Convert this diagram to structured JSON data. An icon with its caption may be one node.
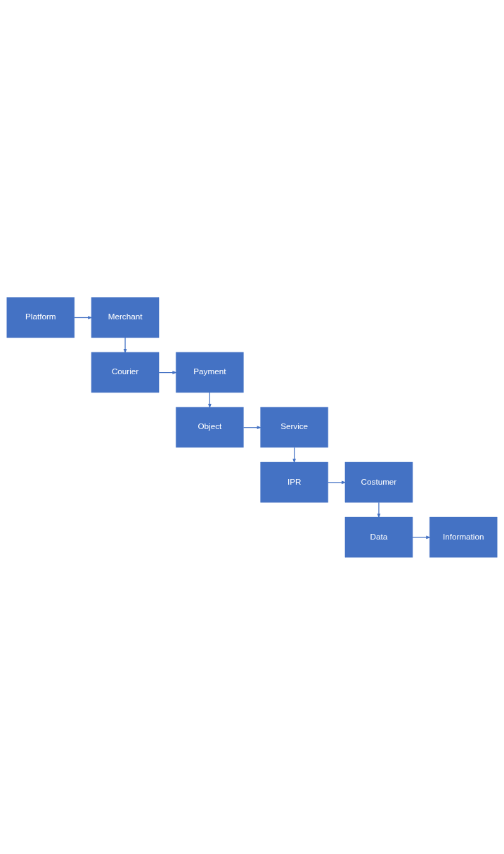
{
  "diagram": {
    "nodes": [
      {
        "text": [
          "Platform"
        ]
      },
      {
        "text": [
          "Merchant"
        ]
      },
      {
        "text": [
          "Courier"
        ]
      },
      {
        "text": [
          "Payment"
        ]
      },
      {
        "text": [
          "Object"
        ]
      },
      {
        "text": [
          "Service"
        ]
      },
      {
        "text": [
          "IPR"
        ]
      },
      {
        "text": [
          "Costumer"
        ]
      },
      {
        "text": [
          "Data"
        ]
      },
      {
        "text": [
          "Information"
        ]
      }
    ],
    "edges": [
      {
        "from": 0,
        "to": 1,
        "arrow": "to"
      },
      {
        "from": 1,
        "to": 2,
        "arrow": "to"
      },
      {
        "from": 2,
        "to": 3,
        "arrow": "to"
      },
      {
        "from": 3,
        "to": 4,
        "arrow": "to"
      },
      {
        "from": 4,
        "to": 5,
        "arrow": "to"
      },
      {
        "from": 5,
        "to": 6,
        "arrow": "to"
      },
      {
        "from": 6,
        "to": 7,
        "arrow": "to"
      },
      {
        "from": 7,
        "to": 8,
        "arrow": "to"
      },
      {
        "from": 8,
        "to": 9,
        "arrow": "to"
      }
    ]
  }
}
